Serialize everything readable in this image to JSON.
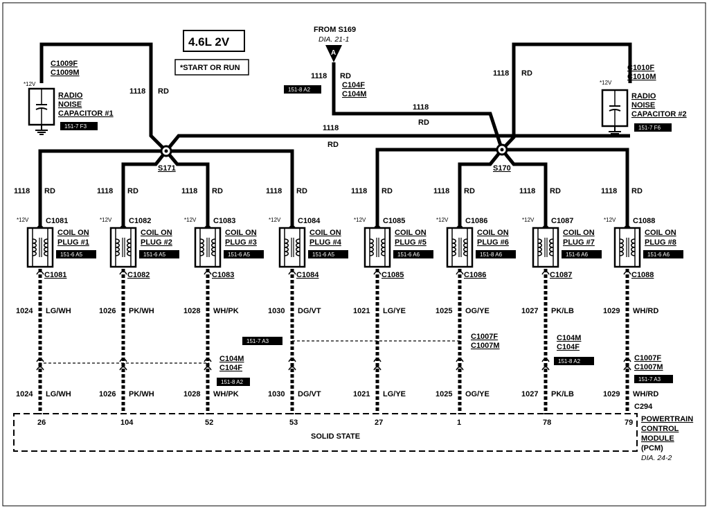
{
  "title": "4.6L 2V",
  "note": "*START OR RUN",
  "source": {
    "label": "FROM S169",
    "ref": "DIA. 21-1",
    "letter": "A"
  },
  "source_wire": {
    "circuit": "1118",
    "color": "RD",
    "conn_top": "C104F",
    "conn_bot": "C104M",
    "ref": "151-8 A2"
  },
  "spare_voltage": "*12V",
  "capacitors": [
    {
      "conn_top": "C1009F",
      "conn_bot": "C1009M",
      "name1": "RADIO",
      "name2": "NOISE",
      "name3": "CAPACITOR #1",
      "ref": "151-7 F3",
      "voltage": "*12V",
      "circuit": "1118",
      "color": "RD"
    },
    {
      "conn_top": "C1010F",
      "conn_bot": "C1010M",
      "name1": "RADIO",
      "name2": "NOISE",
      "name3": "CAPACITOR #2",
      "ref": "151-7 F6",
      "voltage": "*12V",
      "circuit": "1118",
      "color": "RD"
    }
  ],
  "links": [
    {
      "circuit": "1118",
      "color": "RD"
    },
    {
      "circuit": "1118",
      "color": "RD"
    }
  ],
  "splices": [
    "S171",
    "S170"
  ],
  "coils": [
    {
      "voltage": "*12V",
      "conn": "C1081",
      "name1": "COIL ON",
      "name2": "PLUG #1",
      "ref": "151-6 A5",
      "feed_circuit": "1118",
      "feed_color": "RD",
      "conn_bottom": "C1081",
      "circuit_top": "1024",
      "color_top": "LG/WH",
      "circuit_bot": "1024",
      "color_bot": "LG/WH",
      "pin": "26"
    },
    {
      "voltage": "*12V",
      "conn": "C1082",
      "name1": "COIL ON",
      "name2": "PLUG #2",
      "ref": "151-6 A5",
      "feed_circuit": "1118",
      "feed_color": "RD",
      "conn_bottom": "C1082",
      "circuit_top": "1026",
      "color_top": "PK/WH",
      "circuit_bot": "1026",
      "color_bot": "PK/WH",
      "pin": "104"
    },
    {
      "voltage": "*12V",
      "conn": "C1083",
      "name1": "COIL ON",
      "name2": "PLUG #3",
      "ref": "151-6 A5",
      "feed_circuit": "1118",
      "feed_color": "RD",
      "conn_bottom": "C1083",
      "circuit_top": "1028",
      "color_top": "WH/PK",
      "circuit_bot": "1028",
      "color_bot": "WH/PK",
      "pin": "52"
    },
    {
      "voltage": "*12V",
      "conn": "C1084",
      "name1": "COIL ON",
      "name2": "PLUG #4",
      "ref": "151-6 A5",
      "feed_circuit": "1118",
      "feed_color": "RD",
      "conn_bottom": "C1084",
      "circuit_top": "1030",
      "color_top": "DG/VT",
      "circuit_bot": "1030",
      "color_bot": "DG/VT",
      "pin": "53"
    },
    {
      "voltage": "*12V",
      "conn": "C1085",
      "name1": "COIL ON",
      "name2": "PLUG #5",
      "ref": "151-6 A6",
      "feed_circuit": "1118",
      "feed_color": "RD",
      "conn_bottom": "C1085",
      "circuit_top": "1021",
      "color_top": "LG/YE",
      "circuit_bot": "1021",
      "color_bot": "LG/YE",
      "pin": "27"
    },
    {
      "voltage": "*12V",
      "conn": "C1086",
      "name1": "COIL ON",
      "name2": "PLUG #6",
      "ref": "151-8 A6",
      "feed_circuit": "1118",
      "feed_color": "RD",
      "conn_bottom": "C1086",
      "circuit_top": "1025",
      "color_top": "OG/YE",
      "circuit_bot": "1025",
      "color_bot": "OG/YE",
      "pin": "1"
    },
    {
      "voltage": "*12V",
      "conn": "C1087",
      "name1": "COIL ON",
      "name2": "PLUG #7",
      "ref": "151-6 A6",
      "feed_circuit": "1118",
      "feed_color": "RD",
      "conn_bottom": "C1087",
      "circuit_top": "1027",
      "color_top": "PK/LB",
      "circuit_bot": "1027",
      "color_bot": "PK/LB",
      "pin": "78"
    },
    {
      "voltage": "*12V",
      "conn": "C1088",
      "name1": "COIL ON",
      "name2": "PLUG #8",
      "ref": "151-6 A6",
      "feed_circuit": "1118",
      "feed_color": "RD",
      "conn_bottom": "C1088",
      "circuit_top": "1029",
      "color_top": "WH/RD",
      "circuit_bot": "1029",
      "color_bot": "WH/RD",
      "pin": "79"
    }
  ],
  "inline_connectors": [
    {
      "top": "C104M",
      "bot": "C104F",
      "ref": "151-8 A2"
    },
    {
      "top": "C1007F",
      "bot": "C1007M",
      "ref": "151-7 A3"
    },
    {
      "top": "C104M",
      "bot": "C104F",
      "ref": "151-8 A2"
    },
    {
      "top": "C1007F",
      "bot": "C1007M",
      "ref": "151-7 A3"
    }
  ],
  "pcm": {
    "conn": "C294",
    "body": "SOLID STATE",
    "name1": "POWERTRAIN",
    "name2": "CONTROL",
    "name3": "MODULE",
    "name4": "(PCM)",
    "ref": "DIA. 24-2"
  }
}
